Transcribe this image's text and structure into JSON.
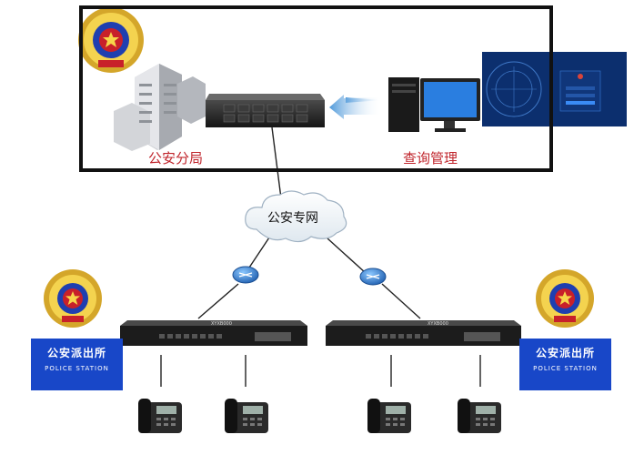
{
  "hq": {
    "bureau_label": "公安分局",
    "query_label": "查询管理"
  },
  "network": {
    "cloud_label": "公安专网"
  },
  "stations": [
    {
      "cn": "公安派出所",
      "en": "POLICE  STATION"
    },
    {
      "cn": "公安派出所",
      "en": "POLICE  STATION"
    }
  ],
  "devices": {
    "gateway_model": "XYXB000"
  },
  "colors": {
    "frame": "#111111",
    "label_red": "#c0262d",
    "station_blue": "#1847c8",
    "link_line": "#222222",
    "arrow_blue": "#4a9ad8"
  }
}
